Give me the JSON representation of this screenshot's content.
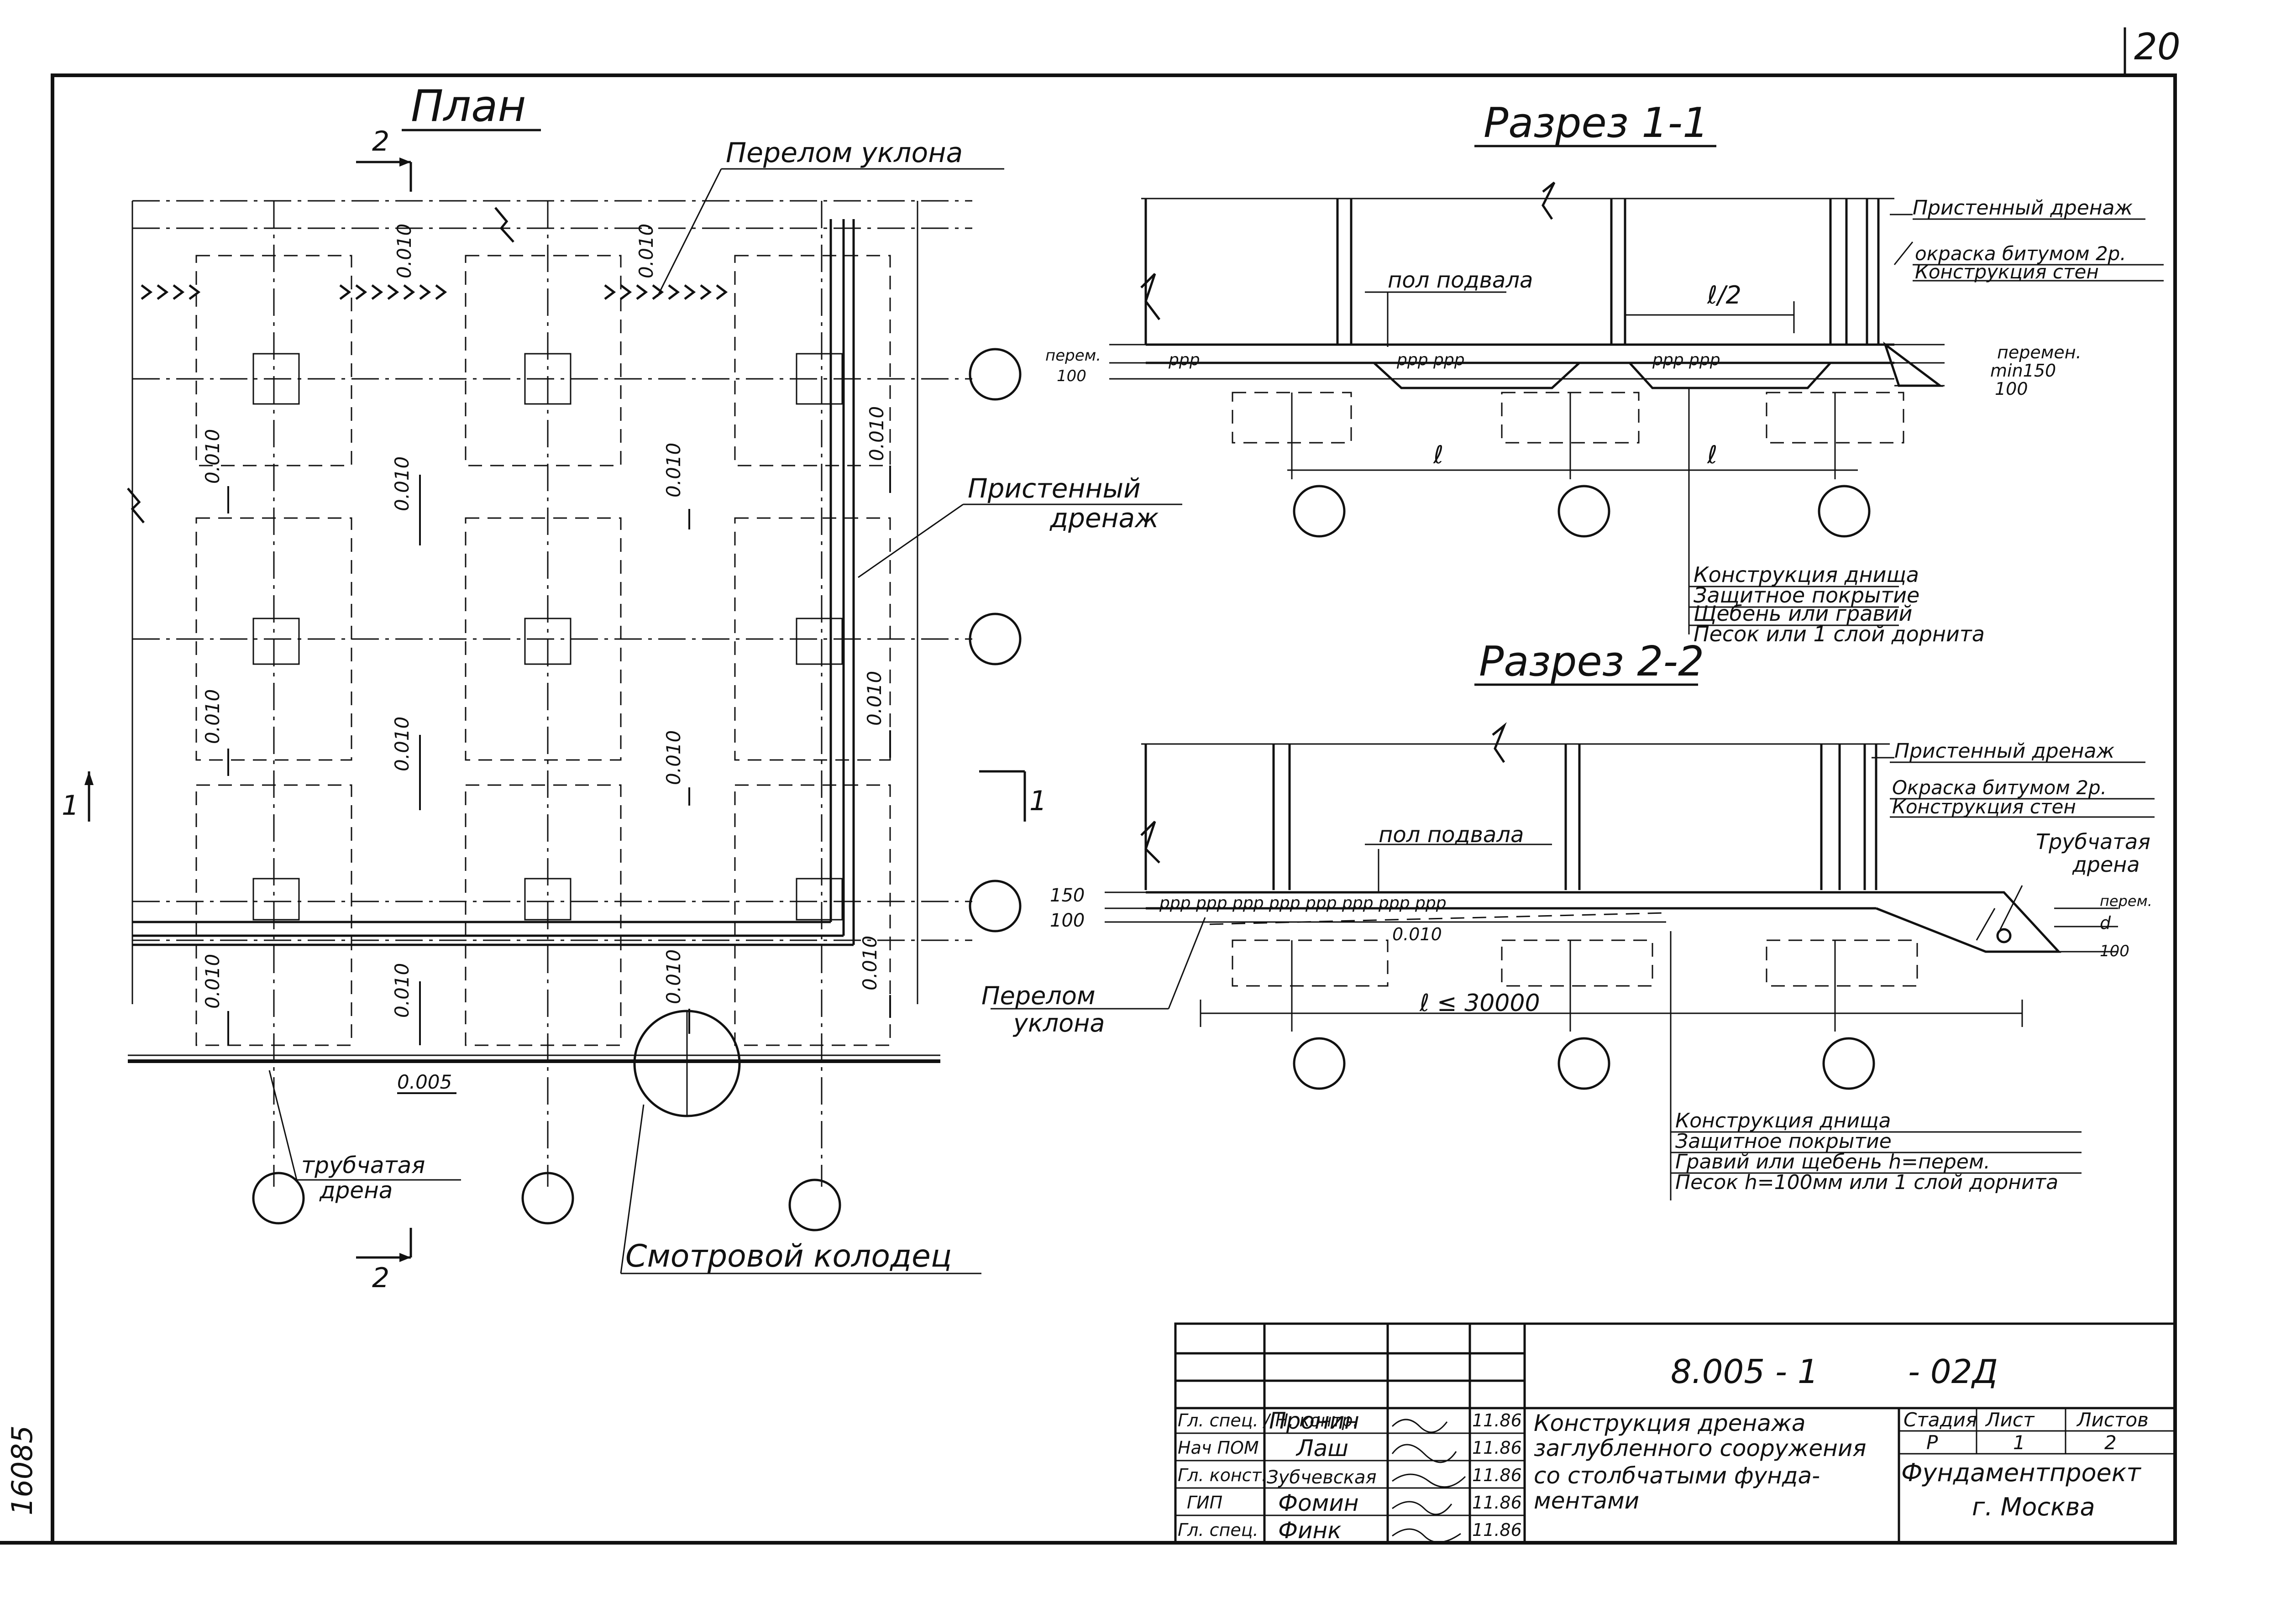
{
  "sheet": {
    "page_number": "20",
    "side_number": "16085"
  },
  "plan": {
    "title": "План",
    "section_marks": {
      "top": "2",
      "bottom": "2",
      "left": "1",
      "right": "1"
    },
    "labels": {
      "slope_break": "Перелом уклона",
      "wall_drain_1": "Пристенный",
      "wall_drain_2": "дренаж",
      "pipe_drain_1": "трубчатая",
      "pipe_drain_2": "дрена",
      "manhole": "Смотровой колодец"
    },
    "slopes": [
      "0.010",
      "0.010",
      "0.010",
      "0.010",
      "0.010",
      "0.010",
      "0.010",
      "0.010",
      "0.010",
      "0.010",
      "0.010",
      "0.010",
      "0.010",
      "0.010",
      "0.005"
    ]
  },
  "section_1_1": {
    "title": "Разрез 1-1",
    "labels": {
      "wall_drain": "Пристенный дренаж",
      "bitumen": "окраска битумом 2р.",
      "wall_structure": "Конструкция стен",
      "basement_floor": "пол подвала",
      "half_span": "ℓ/2",
      "span_1": "ℓ",
      "span_2": "ℓ",
      "var_left_1": "перем.",
      "var_left_2": "100",
      "var_right_1": "перемен.",
      "var_right_2": "min150",
      "var_right_3": "100"
    },
    "bottom_construction": [
      "Конструкция днища",
      "Защитное покрытие",
      "Щебень или гравий",
      "Песок или 1 слой дорнита"
    ]
  },
  "section_2_2": {
    "title": "Разрез 2-2",
    "labels": {
      "wall_drain": "Пристенный дренаж",
      "bitumen": "Окраска битумом 2р.",
      "wall_structure": "Конструкция стен",
      "basement_floor": "пол подвала",
      "pipe_drain_1": "Трубчатая",
      "pipe_drain_2": "дрена",
      "slope": "0.010",
      "slope_break_1": "Перелом",
      "slope_break_2": "уклона",
      "span": "ℓ ≤ 30000",
      "dim_150": "150",
      "dim_100": "100",
      "right_var": "перем.",
      "right_d": "d",
      "right_100": "100"
    },
    "bottom_construction": [
      "Конструкция днища",
      "Защитное покрытие",
      "Гравий или щебень h=перем.",
      "Песок h=100мм или 1 слой дорнита"
    ]
  },
  "title_block": {
    "code": "8.005 - 1",
    "sheet_code": "- 02Д",
    "rows": [
      {
        "role": "Гл. спец. / Н. контр.",
        "name": "Пронин",
        "date": "11.86"
      },
      {
        "role": "Нач ПОМ",
        "name": "Лаш",
        "date": "11.86"
      },
      {
        "role": "Гл. конст.",
        "name": "Зубчевская",
        "date": "11.86"
      },
      {
        "role": "ГИП",
        "name": "Фомин",
        "date": "11.86"
      },
      {
        "role": "Гл. спец.",
        "name": "Финк",
        "date": "11.86"
      }
    ],
    "description": [
      "Конструкция дренажа",
      "заглубленного сооружения",
      "со столбчатыми фунда-",
      "ментами"
    ],
    "stage_header": "Стадия",
    "sheet_header": "Лист",
    "sheets_header": "Листов",
    "stage": "Р",
    "sheet": "1",
    "sheets": "2",
    "organization": "Фундаментпроект",
    "city": "г. Москва"
  }
}
